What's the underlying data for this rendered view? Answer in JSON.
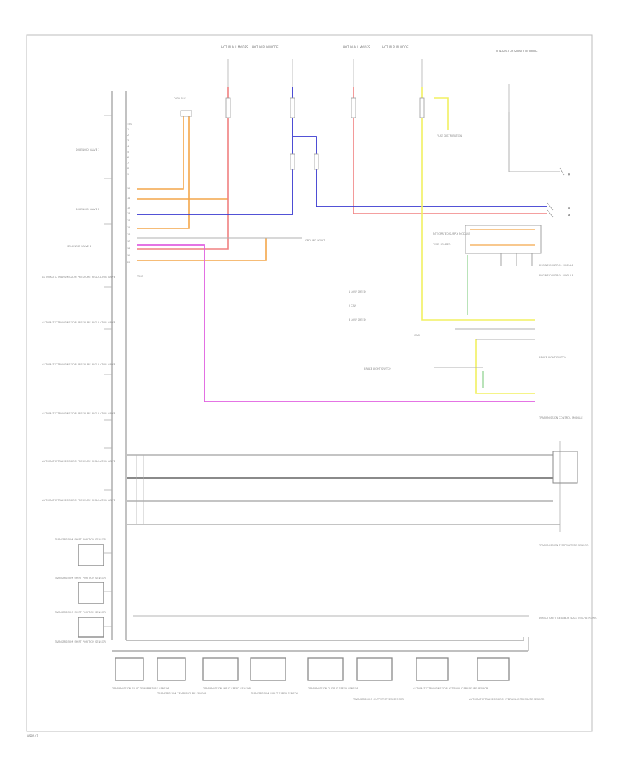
{
  "footer": {
    "code": "W50547"
  },
  "power_feeds": [
    {
      "id": "hot1",
      "label": "HOT IN ALL MODES"
    },
    {
      "id": "hot2",
      "label": "HOT IN RUN MODE"
    },
    {
      "id": "hot3",
      "label": "HOT IN ALL MODES"
    },
    {
      "id": "hot4",
      "label": "HOT IN RUN MODE"
    }
  ],
  "top_right_label": "INTEGRATED SUPPLY MODULE",
  "left_components": [
    "SOLENOID VALVE 1",
    "SOLENOID VALVE 2",
    "SOLENOID VALVE 3",
    "AUTOMATIC TRANSMISSION PRESSURE REGULATOR VALVE",
    "AUTOMATIC TRANSMISSION PRESSURE REGULATOR VALVE",
    "AUTOMATIC TRANSMISSION PRESSURE REGULATOR VALVE",
    "AUTOMATIC TRANSMISSION PRESSURE REGULATOR VALVE",
    "AUTOMATIC TRANSMISSION PRESSURE REGULATOR VALVE",
    "AUTOMATIC TRANSMISSION PRESSURE REGULATOR VALVE",
    "TRANSMISSION SHIFT POSITION SENSOR",
    "TRANSMISSION SHIFT POSITION SENSOR",
    "TRANSMISSION SHIFT POSITION SENSOR",
    "TRANSMISSION SHIFT POSITION SENSOR"
  ],
  "center_labels": {
    "data_bus": "DATA BUS",
    "ground_point": "GROUND POINT",
    "can_label": "CAN",
    "legend": [
      "1 LOW SPEED",
      "2 CAN",
      "3 LOW SPEED"
    ],
    "brake_sw": "BRAKE LIGHT SWITCH",
    "relay_label": "FUSE DISTRIBUTION",
    "ecm": "ENGINE CONTROL MODULE"
  },
  "right_components": [
    "INTEGRATED SUPPLY MODULE",
    "FUSE HOLDER",
    "ENGINE CONTROL MODULE",
    "BRAKE LIGHT SWITCH",
    "TRANSMISSION CONTROL MODULE",
    "TRANSMISSION TEMPERATURE SENSOR",
    "DIRECT SHIFT GEARBOX (DSG) MECHATRONIC"
  ],
  "bottom_components": [
    "TRANSMISSION FLUID TEMPERATURE SENSOR",
    "TRANSMISSION TEMPERATURE SENSOR",
    "TRANSMISSION INPUT SPEED SENSOR",
    "TRANSMISSION INPUT SPEED SENSOR",
    "TRANSMISSION OUTPUT SPEED SENSOR",
    "TRANSMISSION OUTPUT SPEED SENSOR",
    "AUTOMATIC TRANSMISSION HYDRAULIC PRESSURE SENSOR",
    "AUTOMATIC TRANSMISSION HYDRAULIC PRESSURE SENSOR"
  ],
  "wire_colors": {
    "orange": "#f4a64a",
    "red": "#f08080",
    "blue": "#3a3ad0",
    "pink": "#e060e0",
    "yellow": "#f2f060",
    "green": "#8ad08a",
    "gray": "#a8a8a8"
  }
}
